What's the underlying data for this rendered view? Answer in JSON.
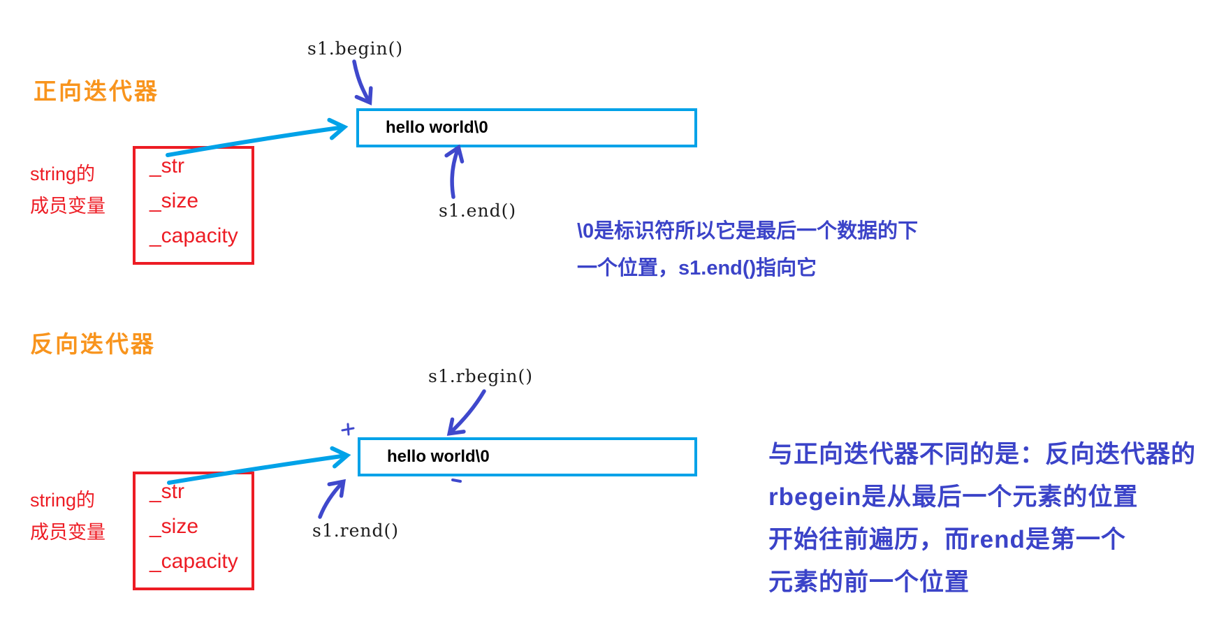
{
  "colors": {
    "orange": "#F8941D",
    "red": "#ED1C24",
    "cyan": "#00A2E8",
    "arrow_blue": "#3F48CC",
    "ink": "#3B43C8"
  },
  "forward": {
    "heading": "正向迭代器",
    "owner_label_line1": "string的",
    "owner_label_line2": "成员变量",
    "members": [
      "_str",
      "_size",
      "_capacity"
    ],
    "begin_label": "s1.begin()",
    "end_label": "s1.end()",
    "buffer_text": "hello world\\0",
    "note_lines": [
      "\\0是标识符所以它是最后一个数据的下",
      "一个位置，s1.end()指向它"
    ]
  },
  "reverse": {
    "heading": "反向迭代器",
    "owner_label_line1": "string的",
    "owner_label_line2": "成员变量",
    "members": [
      "_str",
      "_size",
      "_capacity"
    ],
    "rbegin_label": "s1.rbegin()",
    "rend_label": "s1.rend()",
    "buffer_text": "hello world\\0",
    "note_lines": [
      "与正向迭代器不同的是：反向迭代器的",
      "rbegein是从最后一个元素的位置",
      "开始往前遍历，而rend是第一个",
      "元素的前一个位置"
    ]
  }
}
